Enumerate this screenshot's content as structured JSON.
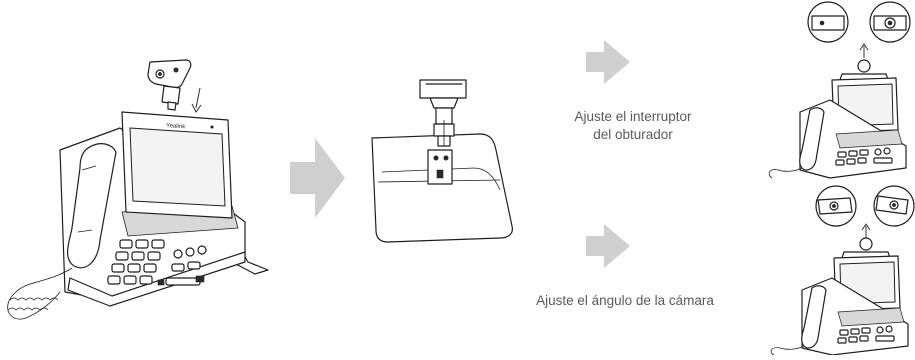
{
  "device": {
    "brand_label": "Yealink"
  },
  "captions": {
    "shutter": [
      "Ajuste el interruptor",
      "del obturador"
    ],
    "angle": "Ajuste el ángulo de la cámara"
  },
  "colors": {
    "arrow": "#cfcfcf",
    "line": "#1f1f1f",
    "caption": "#5a5a5a"
  },
  "steps": [
    {
      "id": "attach-camera",
      "icon": "down-arrow-icon"
    },
    {
      "id": "clip-camera-to-rear",
      "icon": "down-arrow-icon"
    },
    {
      "id": "adjust-shutter",
      "icon": "up-arrow-icon"
    },
    {
      "id": "adjust-angle",
      "icon": "up-arrow-icon"
    }
  ]
}
